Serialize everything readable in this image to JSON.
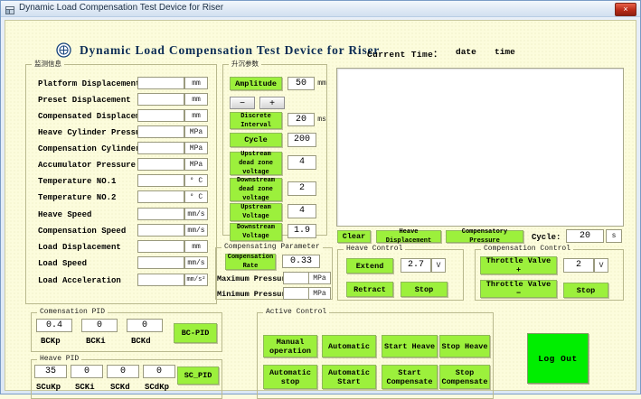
{
  "window": {
    "title": "Dynamic Load Compensation Test Device for Riser",
    "close_label": "×",
    "icon": "app-icon"
  },
  "header": {
    "title": "Dynamic Load Compensation Test Device for Riser",
    "current_time_label": "Current Time：",
    "date_label": "date",
    "time_label": "time"
  },
  "monitoring": {
    "legend": "监测信息",
    "rows": [
      {
        "label": "Platform Displacement",
        "value": "",
        "unit": "mm"
      },
      {
        "label": "Preset Displacement",
        "value": "",
        "unit": "mm"
      },
      {
        "label": "Compensated Displacement",
        "value": "",
        "unit": "mm"
      },
      {
        "label": "Heave Cylinder Pressure",
        "value": "",
        "unit": "MPa"
      },
      {
        "label": "Compensation Cylinder Pr",
        "value": "",
        "unit": "MPa"
      },
      {
        "label": "Accumulator Pressure",
        "value": "",
        "unit": "MPa"
      },
      {
        "label": "Temperature NO.1",
        "value": "",
        "unit": "° C"
      },
      {
        "label": "Temperature NO.2",
        "value": "",
        "unit": "° C"
      },
      {
        "label": "Heave Speed",
        "value": "",
        "unit": "mm/s"
      },
      {
        "label": "Compensation Speed",
        "value": "",
        "unit": "mm/s"
      },
      {
        "label": "Load Displacement",
        "value": "",
        "unit": "mm"
      },
      {
        "label": "Load Speed",
        "value": "",
        "unit": "mm/s"
      },
      {
        "label": "Load Acceleration",
        "value": "",
        "unit": "mm/s²"
      }
    ]
  },
  "heave_params": {
    "legend": "升沉参数",
    "amplitude_button": "Amplitude",
    "amplitude_value": "50",
    "amplitude_unit": "mm",
    "minus_button": "−",
    "plus_button": "+",
    "discrete_interval_button": "Discrete\nInterval",
    "discrete_interval_value": "20",
    "discrete_interval_unit": "ms",
    "cycle_button": "Cycle",
    "cycle_value": "200",
    "upstream_dead_zone_button": "Upstream\ndead zone\nvoltage",
    "upstream_dead_zone_value": "4",
    "downstream_dead_zone_button": "Downstream\ndead zone\nvoltage",
    "downstream_dead_zone_value": "2",
    "upstream_voltage_button": "Upstream\nVoltage",
    "upstream_voltage_value": "4",
    "downstream_voltage_button": "Downstream\nVoltage",
    "downstream_voltage_value": "1.9"
  },
  "compensating_parameter": {
    "legend": "Compensating Parameter",
    "compensation_rate_button": "Compensation\nRate",
    "compensation_rate_value": "0.33",
    "maximum_pressure_label": "Maximum Pressure",
    "maximum_pressure_value": "",
    "maximum_pressure_unit": "MPa",
    "minimum_pressure_label": "Minimum Pressure",
    "minimum_pressure_value": "",
    "minimum_pressure_unit": "MPa"
  },
  "plot_toolbar": {
    "clear_button": "Clear",
    "heave_displacement_button": "Heave Displacement",
    "compensatory_pressure_button": "Compensatory Pressure",
    "cycle_label": "Cycle:",
    "cycle_value": "20",
    "cycle_unit": "s"
  },
  "heave_control": {
    "legend": "Heave Control",
    "extend_button": "Extend",
    "voltage_value": "2.7",
    "voltage_unit": "V",
    "retract_button": "Retract",
    "stop_button": "Stop"
  },
  "compensation_control": {
    "legend": "Compensation Control",
    "throttle_valve_plus_button": "Throttle Valve\n+",
    "voltage_value": "2",
    "voltage_unit": "V",
    "throttle_valve_minus_button": "Throttle Valve\n−",
    "stop_button": "Stop"
  },
  "compensation_pid": {
    "legend": "Comensation PID",
    "fields": [
      {
        "value": "0.4",
        "label": "BCKp"
      },
      {
        "value": "0",
        "label": "BCKi"
      },
      {
        "value": "0",
        "label": "BCKd"
      }
    ],
    "apply_button": "BC-PID"
  },
  "heave_pid": {
    "legend": "Heave PID",
    "fields": [
      {
        "value": "35",
        "label": "SCuKp"
      },
      {
        "value": "0",
        "label": "SCKi"
      },
      {
        "value": "0",
        "label": "SCKd"
      },
      {
        "value": "0",
        "label": "SCdKp"
      }
    ],
    "apply_button": "SC_PID"
  },
  "active_control": {
    "legend": "Active Control",
    "buttons": [
      "Manual\noperation",
      "Automatic",
      "Start Heave",
      "Stop Heave",
      "Automatic\nstop",
      "Automatic\nStart",
      "Start\nCompensate",
      "Stop\nCompensate"
    ]
  },
  "logout": {
    "label": "Log Out"
  },
  "colors": {
    "background": "#fcfcdc",
    "green_button": "#9cf03c",
    "logout_green": "#00ee00",
    "groupbox_border": "#b9b98e",
    "title_text": "#0d2d55"
  }
}
